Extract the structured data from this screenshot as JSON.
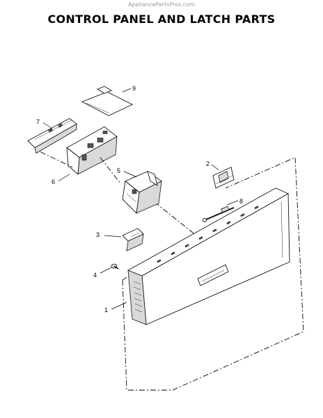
{
  "watermark": "AppliancePartsPros.com",
  "title": "CONTROL PANEL AND LATCH PARTS",
  "callouts": {
    "p1": "1",
    "p2": "2",
    "p3": "3",
    "p4": "4",
    "p5": "5",
    "p6": "6",
    "p7": "7",
    "p8": "8",
    "p9": "9"
  }
}
